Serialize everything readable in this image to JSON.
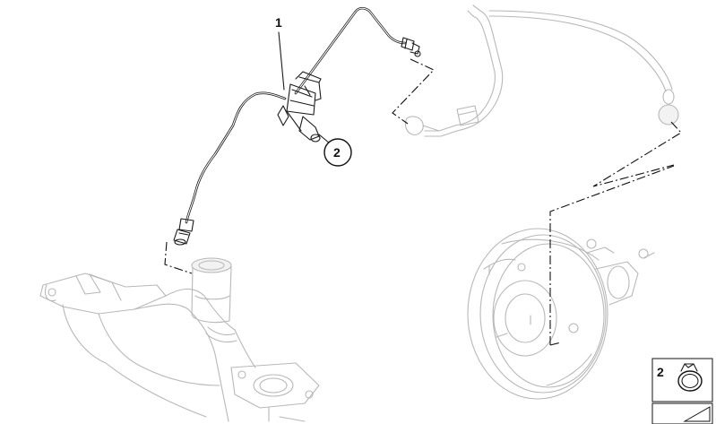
{
  "callouts": {
    "part_1": "1",
    "part_2": "2"
  },
  "legend": {
    "item_number": "2"
  },
  "colors": {
    "line": "#111111",
    "ghost": "#b8b8b8",
    "background": "#ffffff"
  }
}
